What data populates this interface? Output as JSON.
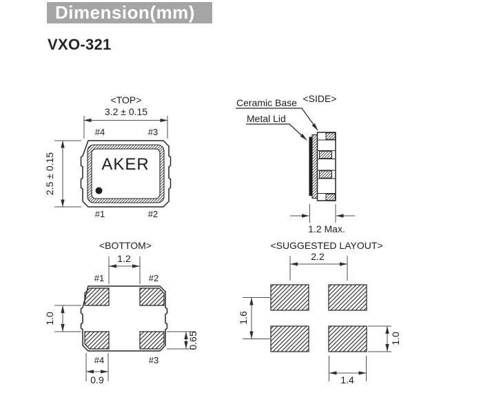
{
  "header": {
    "title": "Dimension(mm)",
    "bg": "#a5a5a5"
  },
  "model": "VXO-321",
  "views": {
    "top": {
      "title": "<TOP>",
      "width_dim": "3.2 ± 0.15",
      "height_dim": "2.5 ± 0.15",
      "brand": "AKER",
      "pin_top_left": "#4",
      "pin_top_right": "#3",
      "pin_bottom_left": "#1",
      "pin_bottom_right": "#2"
    },
    "side": {
      "title": "<SIDE>",
      "callout_ceramic": "Ceramic Base",
      "callout_lid": "Metal Lid",
      "thickness_dim": "1.2 Max."
    },
    "bottom": {
      "title": "<BOTTOM>",
      "pin_top_left": "#1",
      "pin_top_right": "#2",
      "pin_bottom_left": "#4",
      "pin_bottom_right": "#3",
      "dim_pad_gap_x": "1.2",
      "dim_pad_gap_y": "1.0",
      "dim_pad_height": "0.65",
      "dim_pad_width": "0.9"
    },
    "layout": {
      "title": "<SUGGESTED LAYOUT>",
      "dim_pitch_x": "2.2",
      "dim_pitch_y": "1.6",
      "dim_pad_height": "1.0",
      "dim_pad_width": "1.4"
    }
  },
  "colors": {
    "outline": "#242424",
    "dimension": "#4d4d4d",
    "header_bg": "#a5a5a5"
  }
}
